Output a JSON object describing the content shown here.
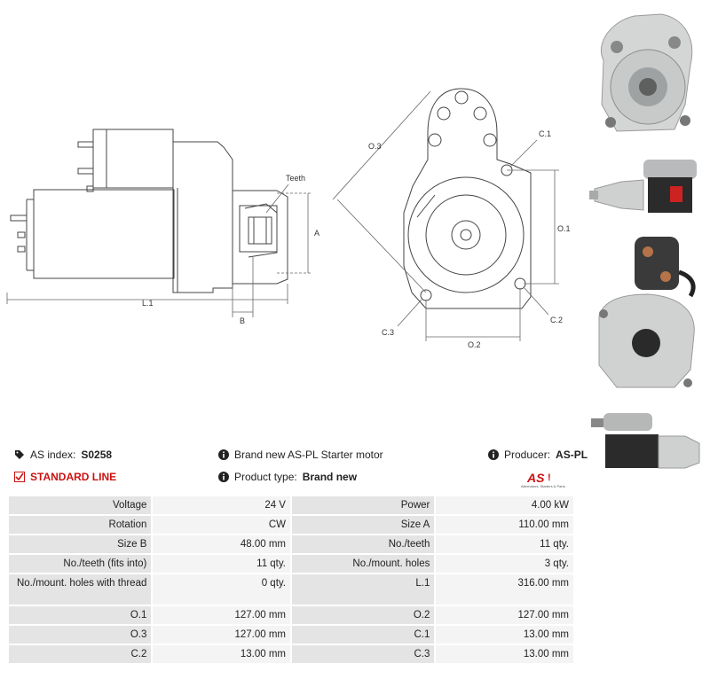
{
  "diagram": {
    "labels": {
      "teeth": "Teeth",
      "a": "A",
      "l1": "L.1",
      "b": "B",
      "o3": "O.3",
      "c1": "C.1",
      "o1": "O.1",
      "c2": "C.2",
      "c3": "C.3",
      "o2": "O.2"
    }
  },
  "info": {
    "as_index_label": "AS index:",
    "as_index_value": "S0258",
    "standard_line": "STANDARD LINE",
    "description": "Brand new AS-PL Starter motor",
    "product_type_label": "Product type:",
    "product_type_value": "Brand new",
    "producer_label": "Producer:",
    "producer_value": "AS-PL",
    "logo_text": "AS",
    "logo_tagline": "Alternators, Starters & Parts"
  },
  "specs": [
    {
      "l1": "Voltage",
      "v1": "24 V",
      "l2": "Power",
      "v2": "4.00 kW"
    },
    {
      "l1": "Rotation",
      "v1": "CW",
      "l2": "Size A",
      "v2": "110.00 mm"
    },
    {
      "l1": "Size B",
      "v1": "48.00 mm",
      "l2": "No./teeth",
      "v2": "11 qty."
    },
    {
      "l1": "No./teeth (fits into)",
      "v1": "11 qty.",
      "l2": "No./mount. holes",
      "v2": "3 qty."
    },
    {
      "l1": "No./mount. holes with thread",
      "v1": "0 qty.",
      "l2": "L.1",
      "v2": "316.00 mm"
    },
    {
      "l1": "O.1",
      "v1": "127.00 mm",
      "l2": "O.2",
      "v2": "127.00 mm"
    },
    {
      "l1": "O.3",
      "v1": "127.00 mm",
      "l2": "C.1",
      "v2": "13.00 mm"
    },
    {
      "l1": "C.2",
      "v1": "13.00 mm",
      "l2": "C.3",
      "v2": "13.00 mm"
    }
  ],
  "colors": {
    "accent_red": "#cc1111",
    "label_cell": "#e4e4e4",
    "value_cell": "#f4f4f4",
    "diagram_line": "#444444"
  },
  "icons": {
    "tag": "tag-icon",
    "check": "checkbox-icon",
    "info": "info-icon"
  }
}
